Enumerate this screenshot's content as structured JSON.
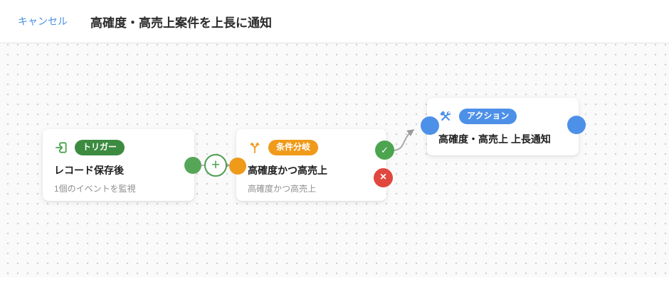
{
  "header": {
    "cancel_label": "キャンセル",
    "title": "高確度・高売上案件を上長に通知"
  },
  "canvas": {
    "add_node_label": "+",
    "nodes": [
      {
        "type": "trigger",
        "icon": "login-icon",
        "badge": "トリガー",
        "title": "レコード保存後",
        "subtitle": "1個のイベントを監視",
        "accent_color": "#3d8b41"
      },
      {
        "type": "condition",
        "icon": "branch-icon",
        "badge": "条件分岐",
        "title": "高確度かつ高売上",
        "subtitle": "高確度かつ高売上",
        "accent_color": "#f09a1a",
        "true_symbol": "✓",
        "false_symbol": "×"
      },
      {
        "type": "action",
        "icon": "tools-icon",
        "badge": "アクション",
        "title": "高確度・高売上 上長通知",
        "accent_color": "#4d90e8"
      }
    ],
    "colors": {
      "port_green": "#56a657",
      "port_orange": "#f09a1a",
      "port_blue": "#4d90e8",
      "true_green": "#4ca44f",
      "false_red": "#e0473e",
      "connector_gray": "#ababab",
      "cancel_link_blue": "#4a90e2"
    }
  }
}
